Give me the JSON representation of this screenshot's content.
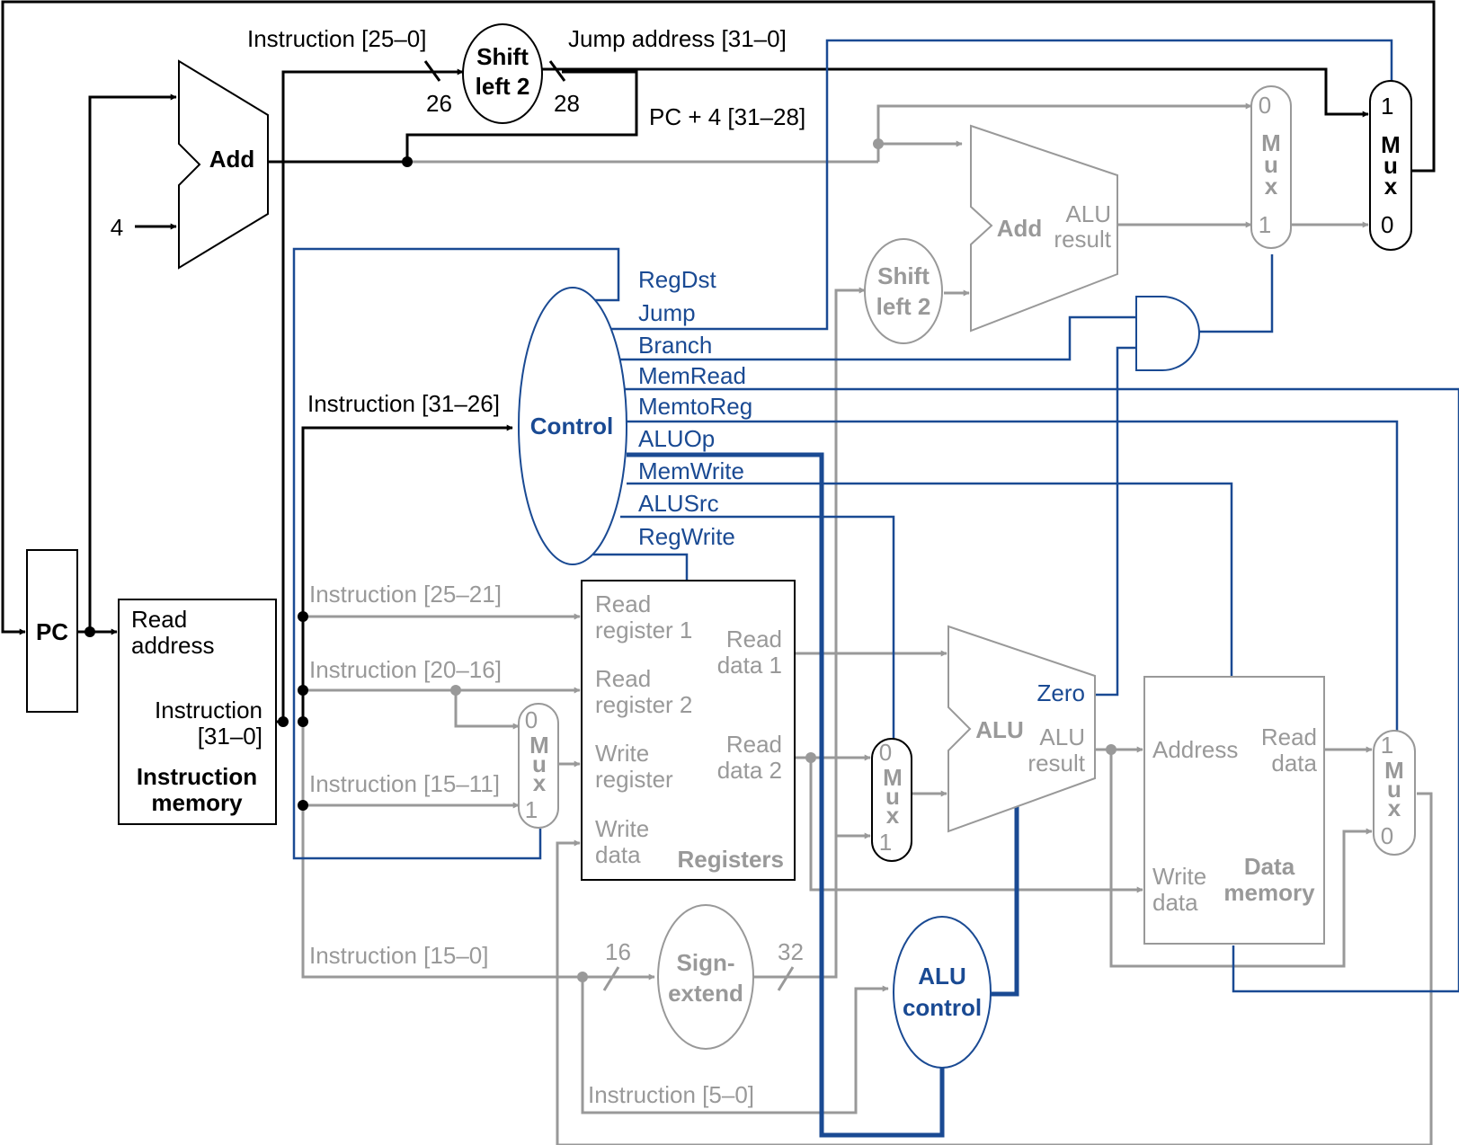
{
  "colors": {
    "black": "#000000",
    "gray": "#999999",
    "blue": "#1a4a93"
  },
  "blocks": {
    "pc": "PC",
    "add_pc": "Add",
    "const_four": "4",
    "shift_left_top_l1": "Shift",
    "shift_left_top_l2": "left 2",
    "shift_left_mid_l1": "Shift",
    "shift_left_mid_l2": "left 2",
    "add_branch": "Add",
    "add_branch_alu_l1": "ALU",
    "add_branch_alu_l2": "result",
    "control": "Control",
    "sign_extend_l1": "Sign-",
    "sign_extend_l2": "extend",
    "alu_control_l1": "ALU",
    "alu_control_l2": "control",
    "alu": "ALU",
    "alu_zero": "Zero",
    "alu_result_l1": "ALU",
    "alu_result_l2": "result",
    "mux_top_right": {
      "letters": [
        "M",
        "u",
        "x"
      ],
      "in_top": "1",
      "in_bottom": "0"
    },
    "mux_branch": {
      "letters": [
        "M",
        "u",
        "x"
      ],
      "in_top": "0",
      "in_bottom": "1"
    },
    "mux_regdst": {
      "letters": [
        "M",
        "u",
        "x"
      ],
      "in_top": "0",
      "in_bottom": "1"
    },
    "mux_alusrc": {
      "letters": [
        "M",
        "u",
        "x"
      ],
      "in_top": "0",
      "in_bottom": "1"
    },
    "mux_memtoreg": {
      "letters": [
        "M",
        "u",
        "x"
      ],
      "in_top": "1",
      "in_bottom": "0"
    }
  },
  "instruction_memory": {
    "read_address_l1": "Read",
    "read_address_l2": "address",
    "instruction_l1": "Instruction",
    "instruction_l2": "[31–0]",
    "title_l1": "Instruction",
    "title_l2": "memory"
  },
  "registers": {
    "read_reg1_l1": "Read",
    "read_reg1_l2": "register 1",
    "read_reg2_l1": "Read",
    "read_reg2_l2": "register 2",
    "write_reg_l1": "Write",
    "write_reg_l2": "register",
    "write_data_l1": "Write",
    "write_data_l2": "data",
    "read_data1_l1": "Read",
    "read_data1_l2": "data 1",
    "read_data2_l1": "Read",
    "read_data2_l2": "data 2",
    "title": "Registers"
  },
  "data_memory": {
    "address": "Address",
    "read_data_l1": "Read",
    "read_data_l2": "data",
    "write_data_l1": "Write",
    "write_data_l2": "data",
    "title_l1": "Data",
    "title_l2": "memory"
  },
  "wire_labels": {
    "instr_25_0": "Instruction [25–0]",
    "jump_address": "Jump address [31–0]",
    "pc4_31_28": "PC + 4 [31–28]",
    "width_26": "26",
    "width_28": "28",
    "instr_31_26": "Instruction [31–26]",
    "instr_25_21": "Instruction [25–21]",
    "instr_20_16": "Instruction [20–16]",
    "instr_15_11": "Instruction [15–11]",
    "instr_15_0": "Instruction [15–0]",
    "instr_5_0": "Instruction [5–0]",
    "width_16": "16",
    "width_32": "32"
  },
  "control_signals": [
    "RegDst",
    "Jump",
    "Branch",
    "MemRead",
    "MemtoReg",
    "ALUOp",
    "MemWrite",
    "ALUSrc",
    "RegWrite"
  ]
}
